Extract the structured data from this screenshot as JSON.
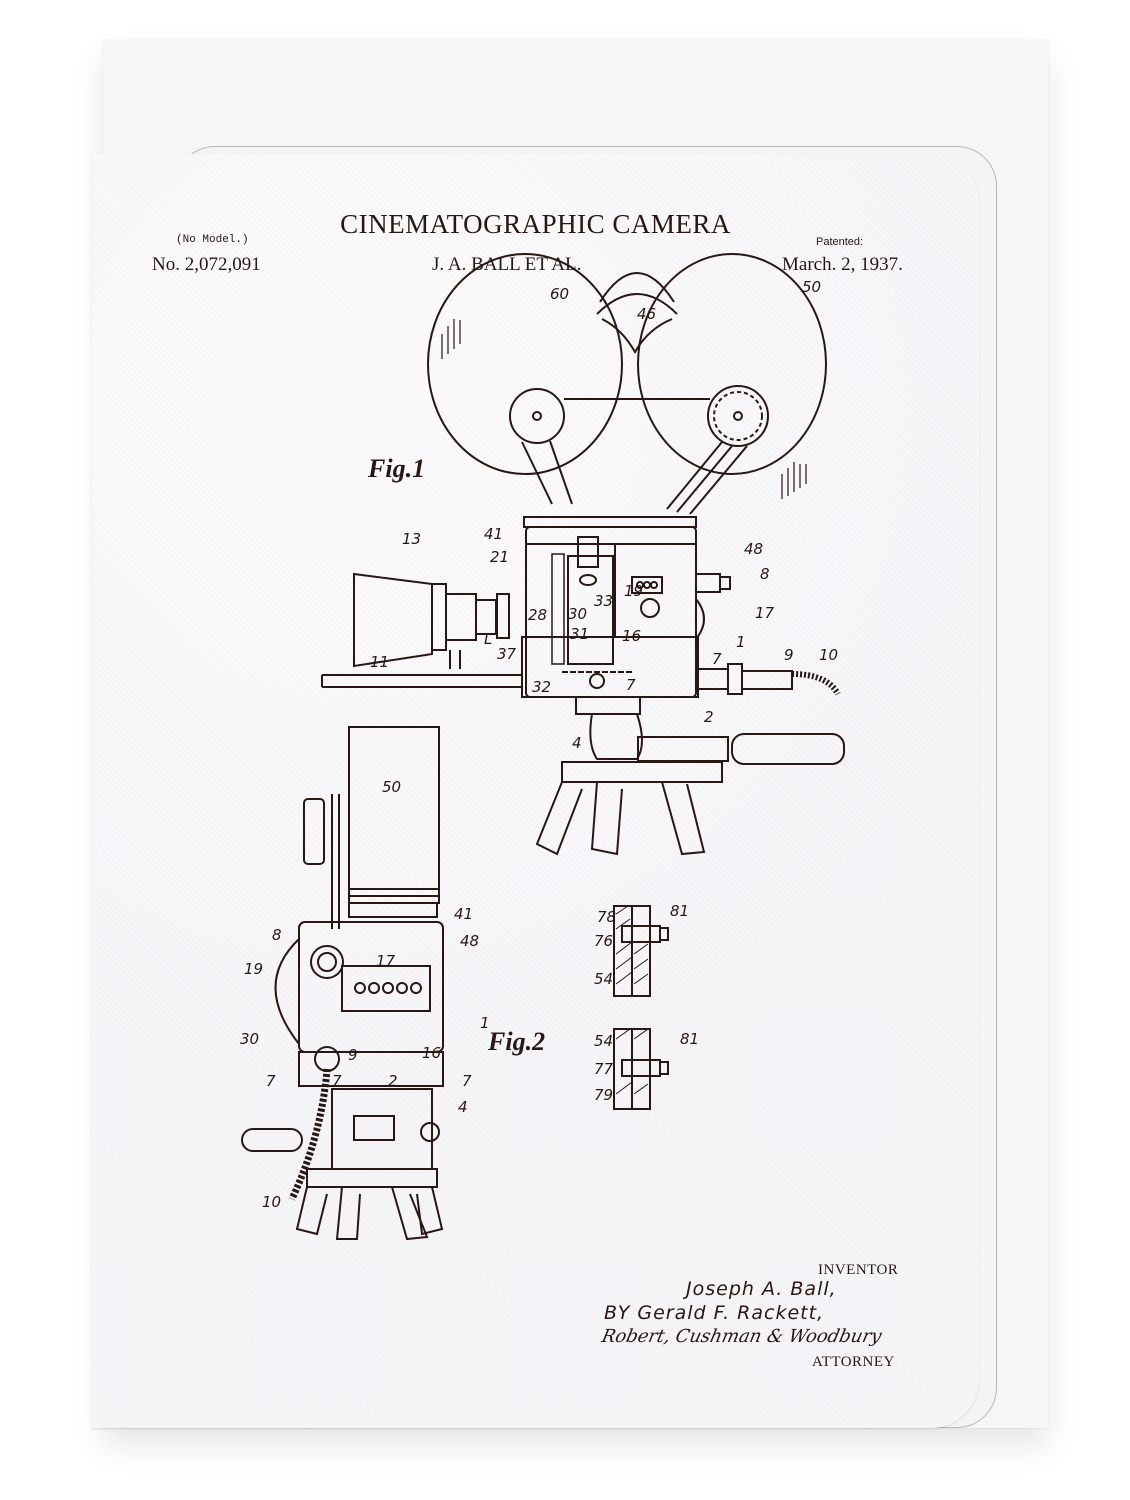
{
  "header": {
    "title": "CINEMATOGRAPHIC CAMERA",
    "model_note": "(No Model.)",
    "patent_number": "No. 2,072,091",
    "inventors_short": "J. A. BALL ET AL.",
    "patented_label": "Patented:",
    "patent_date": "March. 2, 1937."
  },
  "figures": {
    "fig1": {
      "label": "Fig.1",
      "callouts": [
        "60",
        "46",
        "50",
        "13",
        "41",
        "21",
        "28",
        "30",
        "33",
        "31",
        "19",
        "16",
        "48",
        "8",
        "17",
        "1",
        "7",
        "L",
        "37",
        "11",
        "32",
        "7",
        "9",
        "10",
        "2",
        "4"
      ]
    },
    "fig2": {
      "label": "Fig.2",
      "callouts": [
        "50",
        "41",
        "48",
        "8",
        "19",
        "17",
        "30",
        "1",
        "16",
        "9",
        "7",
        "7",
        "2",
        "7",
        "4",
        "10"
      ]
    },
    "detail_upper": {
      "callouts": [
        "78",
        "81",
        "76",
        "54"
      ]
    },
    "detail_lower": {
      "callouts": [
        "54",
        "81",
        "77",
        "79"
      ]
    }
  },
  "signature_block": {
    "inventor_label": "INVENTOR",
    "inventor_name": "Joseph A. Ball,",
    "by_line": "BY Gerald F. Rackett,",
    "attorney_signature": "Robert, Cushman & Woodbury",
    "attorney_label": "ATTORNEY"
  },
  "colors": {
    "ink": "#2a1612",
    "card": "#f5f5f8",
    "envelope": "#f6f6f7",
    "background": "#ffffff"
  }
}
